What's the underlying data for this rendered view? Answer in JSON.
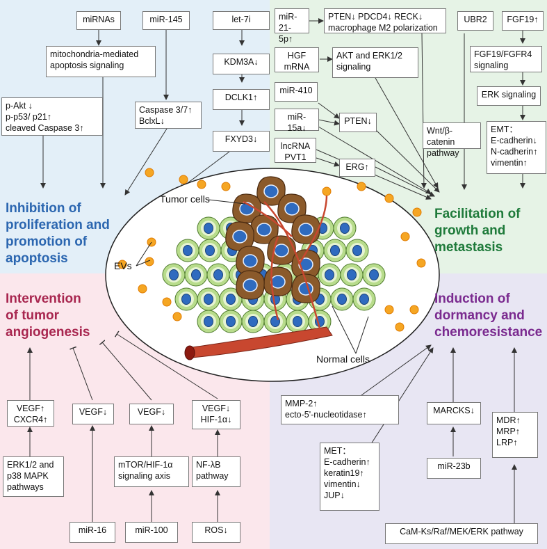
{
  "colors": {
    "tl": "#e3eff8",
    "tr": "#e6f3e6",
    "bl": "#fbe7ec",
    "br": "#e8e6f3",
    "blue_title": "#2b66b0",
    "green_title": "#1e7a3a",
    "red_title": "#a8264f",
    "purple_title": "#7a2a8f"
  },
  "titles": {
    "inhibition": "Inhibition of\nproliferation and\npromotion of\napoptosis",
    "facilitation": "Facilitation of\ngrowth and\nmetastasis",
    "angiogenesis": "Intervention\nof tumor\nangiogenesis",
    "dormancy": "Induction of\ndormancy and\nchemoresistance"
  },
  "center": {
    "tumor_cells": "Tumor cells",
    "evs": "EVs",
    "normal_cells": "Normal cells"
  },
  "tl": {
    "mirnas": "miRNAs",
    "mir145": "miR-145",
    "let7i": "let-7i",
    "mito": "mitochondria-mediated\napoptosis signaling",
    "kdm3a": "KDM3A↓",
    "dclk1": "DCLK1↑",
    "fxyd3": "FXYD3↓",
    "akt": "p-Akt ↓\np-p53/ p21↑\ncleaved Caspase 3↑",
    "caspase": "Caspase 3/7↑\nBclxL↓"
  },
  "tr": {
    "mir21": "miR-\n21-5p↑",
    "pten_group": "PTEN↓  PDCD4↓  RECK↓\nmacrophage M2 polarization",
    "ubr2": "UBR2",
    "fgf19": "FGF19↑",
    "hgf": "HGF\nmRNA",
    "akt_erk": "AKT and ERK1/2\nsignaling",
    "fgfr4": "FGF19/FGFR4\nsignaling",
    "erk": "ERK signaling",
    "mir410": "miR-410",
    "mir15a": "miR-15a↓",
    "pten": "PTEN↓",
    "wnt": "Wnt/β-catenin\npathway",
    "emt": "EMT：\nE-cadherin↓\nN-cadherin↑\nvimentin↑",
    "lncrna": "lncRNA\nPVT1",
    "erg": "ERG↑"
  },
  "bl": {
    "vegf_cxcr4": "VEGF↑\nCXCR4↑",
    "vegf1": "VEGF↓",
    "vegf2": "VEGF↓",
    "vegf_hif": "VEGF↓\nHIF-1α↓",
    "erk_p38": "ERK1/2 and\np38 MAPK\npathways",
    "mtor": "mTOR/HIF-1α\nsignaling axis",
    "nfkb": "NF-λB\npathway",
    "mir16": "miR-16",
    "mir100": "miR-100",
    "ros": "ROS↓"
  },
  "br": {
    "mmp": "MMP-2↑\necto-5'-nucleotidase↑",
    "marcks": "MARCKS↓",
    "mdr": "MDR↑\nMRP↑\nLRP↑",
    "met": "MET：\nE-cadherin↑\nkeratin19↑\nvimentin↓\nJUP↓",
    "mir23b": "miR-23b",
    "camk": "CaM-Ks/Raf/MEK/ERK pathway"
  }
}
